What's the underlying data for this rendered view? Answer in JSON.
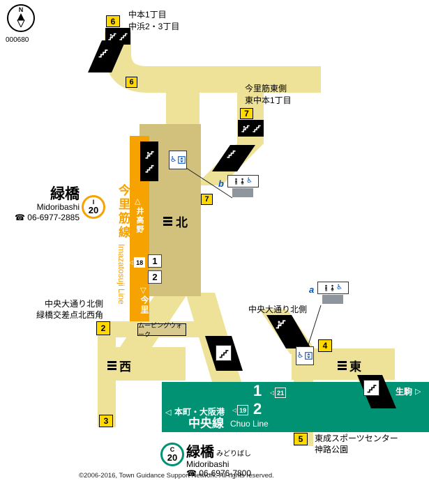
{
  "meta": {
    "plate_no": "000680",
    "copyright": "©2006-2016, Town Guidance Support Network. All rights reserved."
  },
  "compass": {
    "label": "N"
  },
  "colors": {
    "imazatosuji_orange": "#F6A200",
    "chuo_green": "#009272",
    "path_yellow": "#EDE297",
    "building_tan": "#D2C17C",
    "exit_badge_yellow": "#FFD900",
    "accent_blue": "#0053C2"
  },
  "icons": {
    "tri_up": "△",
    "tri_down": "▽",
    "tri_left": "◁",
    "tri_right": "▷",
    "wheelchair": "♿"
  },
  "exits": {
    "e2": {
      "number": "2",
      "label_line1": "中央大通り北側",
      "label_line2": "緑橋交差点北西角"
    },
    "e3": {
      "number": "3"
    },
    "e4": {
      "number": "4",
      "label_line1": "中央大通り北側"
    },
    "e5": {
      "number": "5",
      "label_line1": "東成スポーツセンター",
      "label_line2": "神路公園"
    },
    "e6": {
      "number": "6",
      "label_line1": "中本1丁目",
      "label_line2": "中浜2・3丁目"
    },
    "e7": {
      "number": "7",
      "label_line1": "今里筋東側",
      "label_line2": "東中本1丁目"
    }
  },
  "path_markers": {
    "m6": "6",
    "m7": "7"
  },
  "gates": {
    "north": "北",
    "west": "西",
    "east": "東"
  },
  "facility_points": {
    "a": "a",
    "b": "b"
  },
  "labels": {
    "moving_walk": "ムービングウォーク"
  },
  "imazatosuji": {
    "station_name_ja": "緑橋",
    "station_name_en": "Midoribashi",
    "phone": "☎ 06-6977-2885",
    "badge_letter": "I",
    "badge_number": "20",
    "line_name_ja": "今里筋線",
    "line_name_en": "Imazatosuji Line",
    "dir_north": "井高野",
    "dir_south": "今里",
    "platform1": "1",
    "platform2": "2",
    "car_marker": "18"
  },
  "chuo": {
    "station_name_ja": "緑橋",
    "station_name_kana": "みどりばし",
    "station_name_en": "Midoribashi",
    "phone": "☎ 06-6976-7800",
    "badge_letter": "C",
    "badge_number": "20",
    "line_name_ja": "中央線",
    "line_name_en": "Chuo Line",
    "dir_west": "本町・大阪港",
    "dir_east": "生駒",
    "platform1": "1",
    "platform2": "2",
    "car_marker_p1": "21",
    "car_marker_p2": "19"
  }
}
